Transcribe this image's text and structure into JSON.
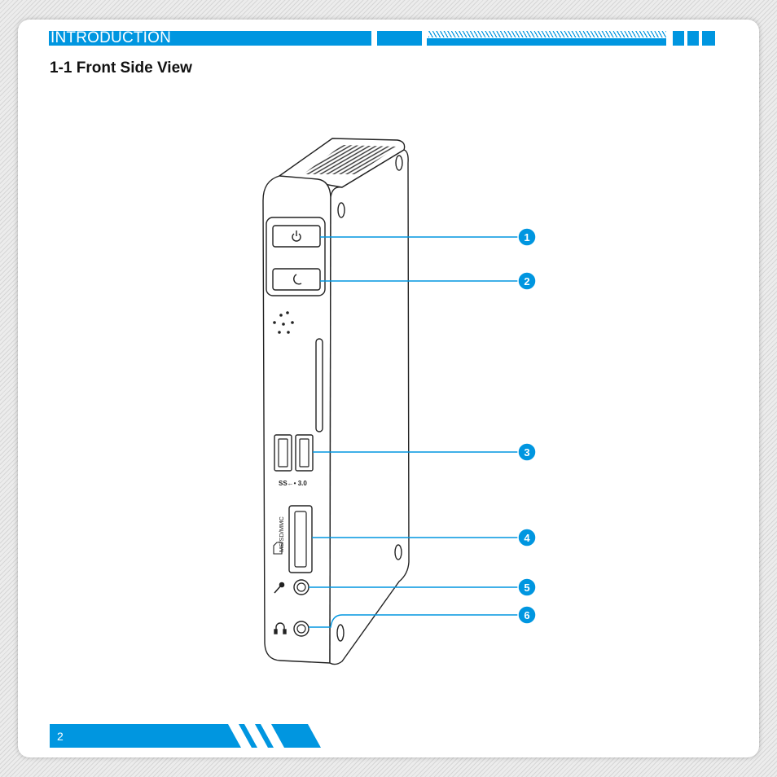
{
  "header": {
    "section_label": "INTRODUCTION",
    "accent_color": "#0096e0"
  },
  "page_title": "1-1 Front Side View",
  "device": {
    "usb_label": "SS←• 3.0",
    "card_reader_label": "MS/SD/MMC",
    "callouts": [
      "1",
      "2",
      "3",
      "4",
      "5",
      "6"
    ],
    "icons": [
      "power-icon",
      "sleep-moon-icon",
      "microphone-icon",
      "headphone-icon",
      "sd-card-icon",
      "usb-icon"
    ]
  },
  "footer": {
    "page_number": "2"
  }
}
